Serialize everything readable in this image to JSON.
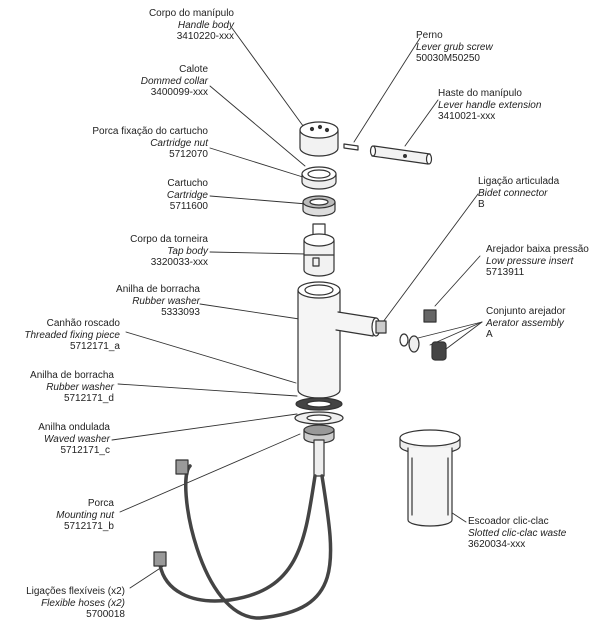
{
  "parts": [
    {
      "id": "handle-body",
      "pt": "Corpo do manípulo",
      "en": "Handle body",
      "code": "3410220-xxx"
    },
    {
      "id": "dommed-collar",
      "pt": "Calote",
      "en": "Dommed collar",
      "code": "3400099-xxx"
    },
    {
      "id": "cartridge-nut",
      "pt": "Porca fixação do cartucho",
      "en": "Cartridge nut",
      "code": "5712070"
    },
    {
      "id": "cartridge",
      "pt": "Cartucho",
      "en": "Cartridge",
      "code": "5711600"
    },
    {
      "id": "tap-body",
      "pt": "Corpo da torneira",
      "en": "Tap body",
      "code": "3320033-xxx"
    },
    {
      "id": "rubber-washer-1",
      "pt": "Anilha de borracha",
      "en": "Rubber washer",
      "code": "5333093"
    },
    {
      "id": "threaded-fixing-piece",
      "pt": "Canhão roscado",
      "en": "Threaded fixing piece",
      "code": "5712171_a"
    },
    {
      "id": "rubber-washer-2",
      "pt": "Anilha de borracha",
      "en": "Rubber washer",
      "code": "5712171_d"
    },
    {
      "id": "waved-washer",
      "pt": "Anilha ondulada",
      "en": "Waved washer",
      "code": "5712171_c"
    },
    {
      "id": "mounting-nut",
      "pt": "Porca",
      "en": "Mounting nut",
      "code": "5712171_b"
    },
    {
      "id": "flexible-hoses",
      "pt": "Ligações flexíveis (x2)",
      "en": "Flexible hoses (x2)",
      "code": "5700018"
    },
    {
      "id": "lever-grub-screw",
      "pt": "Perno",
      "en": "Lever grub screw",
      "code": "50030M50250"
    },
    {
      "id": "lever-handle-extension",
      "pt": "Haste do manípulo",
      "en": "Lever handle extension",
      "code": "3410021-xxx"
    },
    {
      "id": "bidet-connector",
      "pt": "Ligação articulada",
      "en": "Bidet connector",
      "code": "B"
    },
    {
      "id": "low-pressure-insert",
      "pt": "Arejador baixa pressão",
      "en": "Low pressure insert",
      "code": "5713911"
    },
    {
      "id": "aerator-assembly",
      "pt": "Conjunto arejador",
      "en": "Aerator assembly",
      "code": "A"
    },
    {
      "id": "clic-clac-waste",
      "pt": "Escoador clic-clac",
      "en": "Slotted clic-clac waste",
      "code": "3620034-xxx"
    }
  ]
}
